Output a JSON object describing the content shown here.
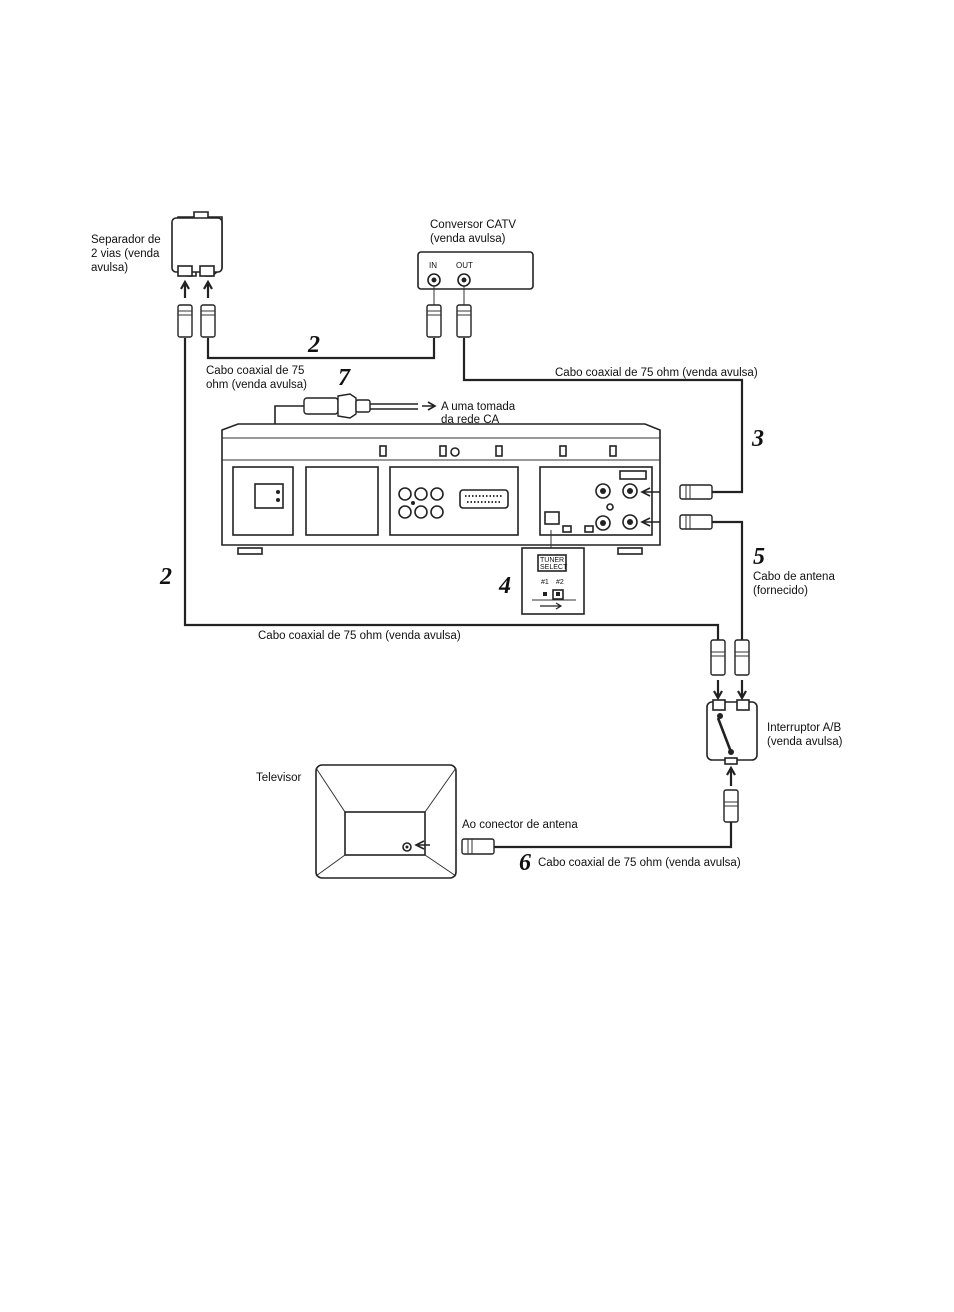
{
  "labels": {
    "splitter": [
      "Separador de",
      "2 vias (venda",
      "avulsa)"
    ],
    "catv": [
      "Conversor CATV",
      "(venda avulsa)"
    ],
    "catv_in": "IN",
    "catv_out": "OUT",
    "cable_2_top": [
      "Cabo coaxial de 75",
      "ohm (venda avulsa)"
    ],
    "cable_3": "Cabo coaxial de 75 ohm (venda avulsa)",
    "ac_outlet": [
      "A uma tomada",
      "da rede CA"
    ],
    "cable_2_bottom": "Cabo coaxial de 75 ohm (venda avulsa)",
    "antenna_cable": [
      "Cabo de antena",
      "(fornecido)"
    ],
    "ab_switch": [
      "Interruptor A/B",
      "(venda avulsa)"
    ],
    "tv": "Televisor",
    "antenna_connector": "Ao conector de antena",
    "cable_6": "Cabo coaxial de 75 ohm (venda avulsa)",
    "tuner_select": [
      "TUNER",
      "SELECT"
    ],
    "tuner_positions": [
      "#1",
      "#2"
    ]
  },
  "steps": {
    "step_2_top": "2",
    "step_7": "7",
    "step_3": "3",
    "step_5": "5",
    "step_2_left": "2",
    "step_4": "4",
    "step_6": "6"
  }
}
